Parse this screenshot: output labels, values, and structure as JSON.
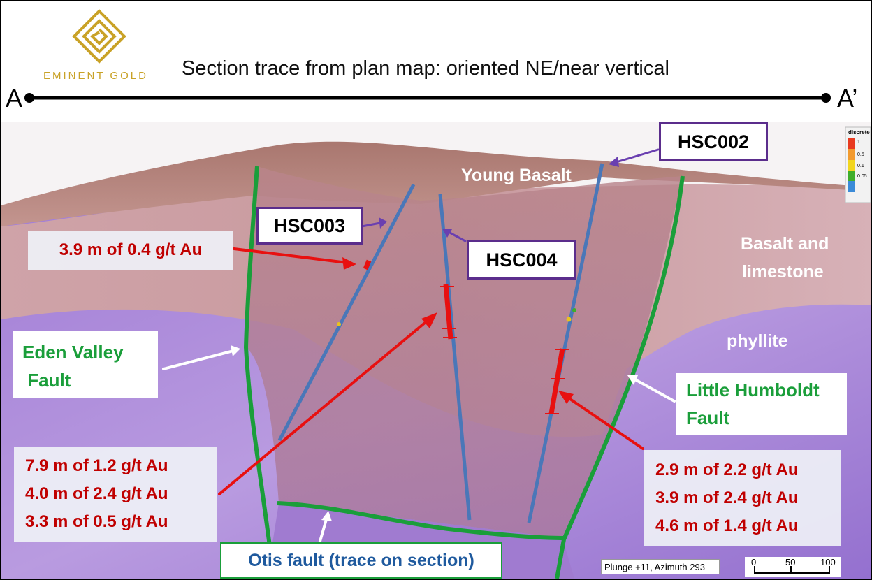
{
  "header": {
    "logo_text": "EMINENT GOLD",
    "title": "Section trace from plan map: oriented NE/near vertical",
    "trace_start": "A",
    "trace_end": "A’"
  },
  "units": {
    "young_basalt": "Young Basalt",
    "basalt_limestone": [
      "Basalt and",
      "limestone"
    ],
    "phyllite": "phyllite"
  },
  "holes": {
    "hsc002": "HSC002",
    "hsc003": "HSC003",
    "hsc004": "HSC004"
  },
  "assays": {
    "hsc003": [
      "3.9 m of 0.4 g/t Au"
    ],
    "hsc004": [
      "7.9 m of 1.2 g/t Au",
      "4.0 m of 2.4 g/t Au",
      "3.3 m of 0.5 g/t Au"
    ],
    "hsc002": [
      "2.9 m of 2.2 g/t Au",
      "3.9 m of 2.4 g/t Au",
      "4.6 m of 1.4 g/t Au"
    ]
  },
  "faults": {
    "eden_valley": [
      "Eden Valley",
      " Fault"
    ],
    "little_humboldt": [
      "Little Humboldt",
      "Fault"
    ],
    "otis": "Otis fault (trace on section)"
  },
  "legend": {
    "title": "discrete",
    "entries": [
      "1",
      "0.5",
      "0.1",
      "0.05"
    ],
    "colors": [
      "#e83a1f",
      "#f29a2e",
      "#f2d51e",
      "#3fae2a",
      "#3b8bd8"
    ]
  },
  "view": {
    "plunge_label": "Plunge +11, Azimuth 293",
    "scale_ticks": [
      "0",
      "50",
      "100"
    ]
  },
  "colors": {
    "fault_green": "#1a9e3a",
    "intercept_red": "#e81010",
    "hole_box_border": "#5b2d8c",
    "assay_text": "#c00000",
    "logo_gold": "#c9a227"
  }
}
